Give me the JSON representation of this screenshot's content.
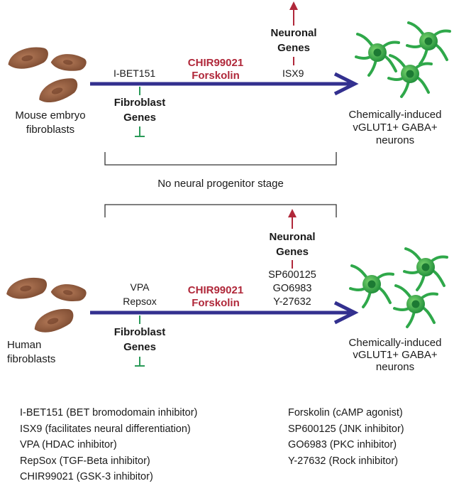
{
  "top": {
    "source_label": [
      "Mouse embryo",
      "fibroblasts"
    ],
    "left_compound": "I-BET151",
    "center_compounds": [
      "CHIR99021",
      "Forskolin"
    ],
    "right_compound": "ISX9",
    "neuronal_genes": [
      "Neuronal",
      "Genes"
    ],
    "fibroblast_genes": [
      "Fibroblast",
      "Genes"
    ],
    "target_label": [
      "Chemically-induced",
      "vGLUT1+ GABA+",
      "neurons"
    ]
  },
  "middle": {
    "label": "No neural progenitor stage"
  },
  "bottom": {
    "source_label": [
      "Human",
      "fibroblasts"
    ],
    "left_compounds": [
      "VPA",
      "Repsox"
    ],
    "center_compounds": [
      "CHIR99021",
      "Forskolin"
    ],
    "right_compounds": [
      "SP600125",
      "GO6983",
      "Y-27632"
    ],
    "neuronal_genes": [
      "Neuronal",
      "Genes"
    ],
    "fibroblast_genes": [
      "Fibroblast",
      "Genes"
    ],
    "target_label": [
      "Chemically-induced",
      "vGLUT1+ GABA+",
      "neurons"
    ]
  },
  "legend_left": [
    "I-BET151  (BET bromodomain inhibitor)",
    "ISX9  (facilitates neural differentiation)",
    "VPA (HDAC inhibitor)",
    "RepSox (TGF-Beta inhibitor)",
    "CHIR99021 (GSK-3 inhibitor)"
  ],
  "legend_right": [
    "Forskolin  (cAMP agonist)",
    "SP600125  (JNK inhibitor)",
    "GO6983  (PKC inhibitor)",
    "Y-27632  (Rock inhibitor)"
  ],
  "colors": {
    "arrow": "#33308f",
    "activation": "#b0283a",
    "inhibition": "#2a9a58",
    "cell_fill": "#9c6444",
    "neuron_fill": "#3cb04a"
  }
}
